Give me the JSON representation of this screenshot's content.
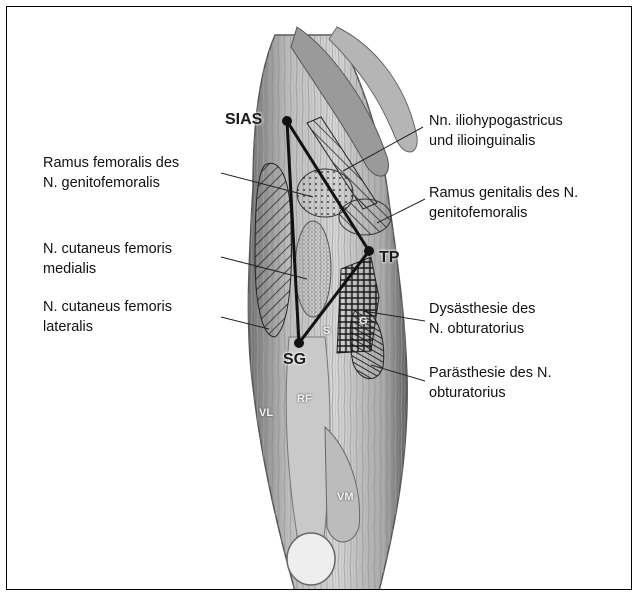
{
  "labels": {
    "iliohypogastricus": "Nn. iliohypogastricus\nund ilioinguinalis",
    "ramus_femoralis": "Ramus femoralis des\nN. genitofemoralis",
    "ramus_genitalis": "Ramus genitalis des N.\ngenitofemoralis",
    "cutaneus_medialis": "N. cutaneus femoris\nmedialis",
    "cutaneus_lateralis": "N. cutaneus femoris\nlateralis",
    "dysaesthesie": "Dysästhesie des\nN. obturatorius",
    "paraesthesie": "Parästhesie des N.\nobturatorius"
  },
  "points": {
    "sias": "SIAS",
    "tp": "TP",
    "sg": "SG"
  },
  "muscle_labels": {
    "rf": "RF",
    "vl": "VL",
    "vm": "VM",
    "s": "S",
    "g": "G"
  },
  "colors": {
    "border": "#000000",
    "text": "#111111",
    "line": "#222222"
  }
}
